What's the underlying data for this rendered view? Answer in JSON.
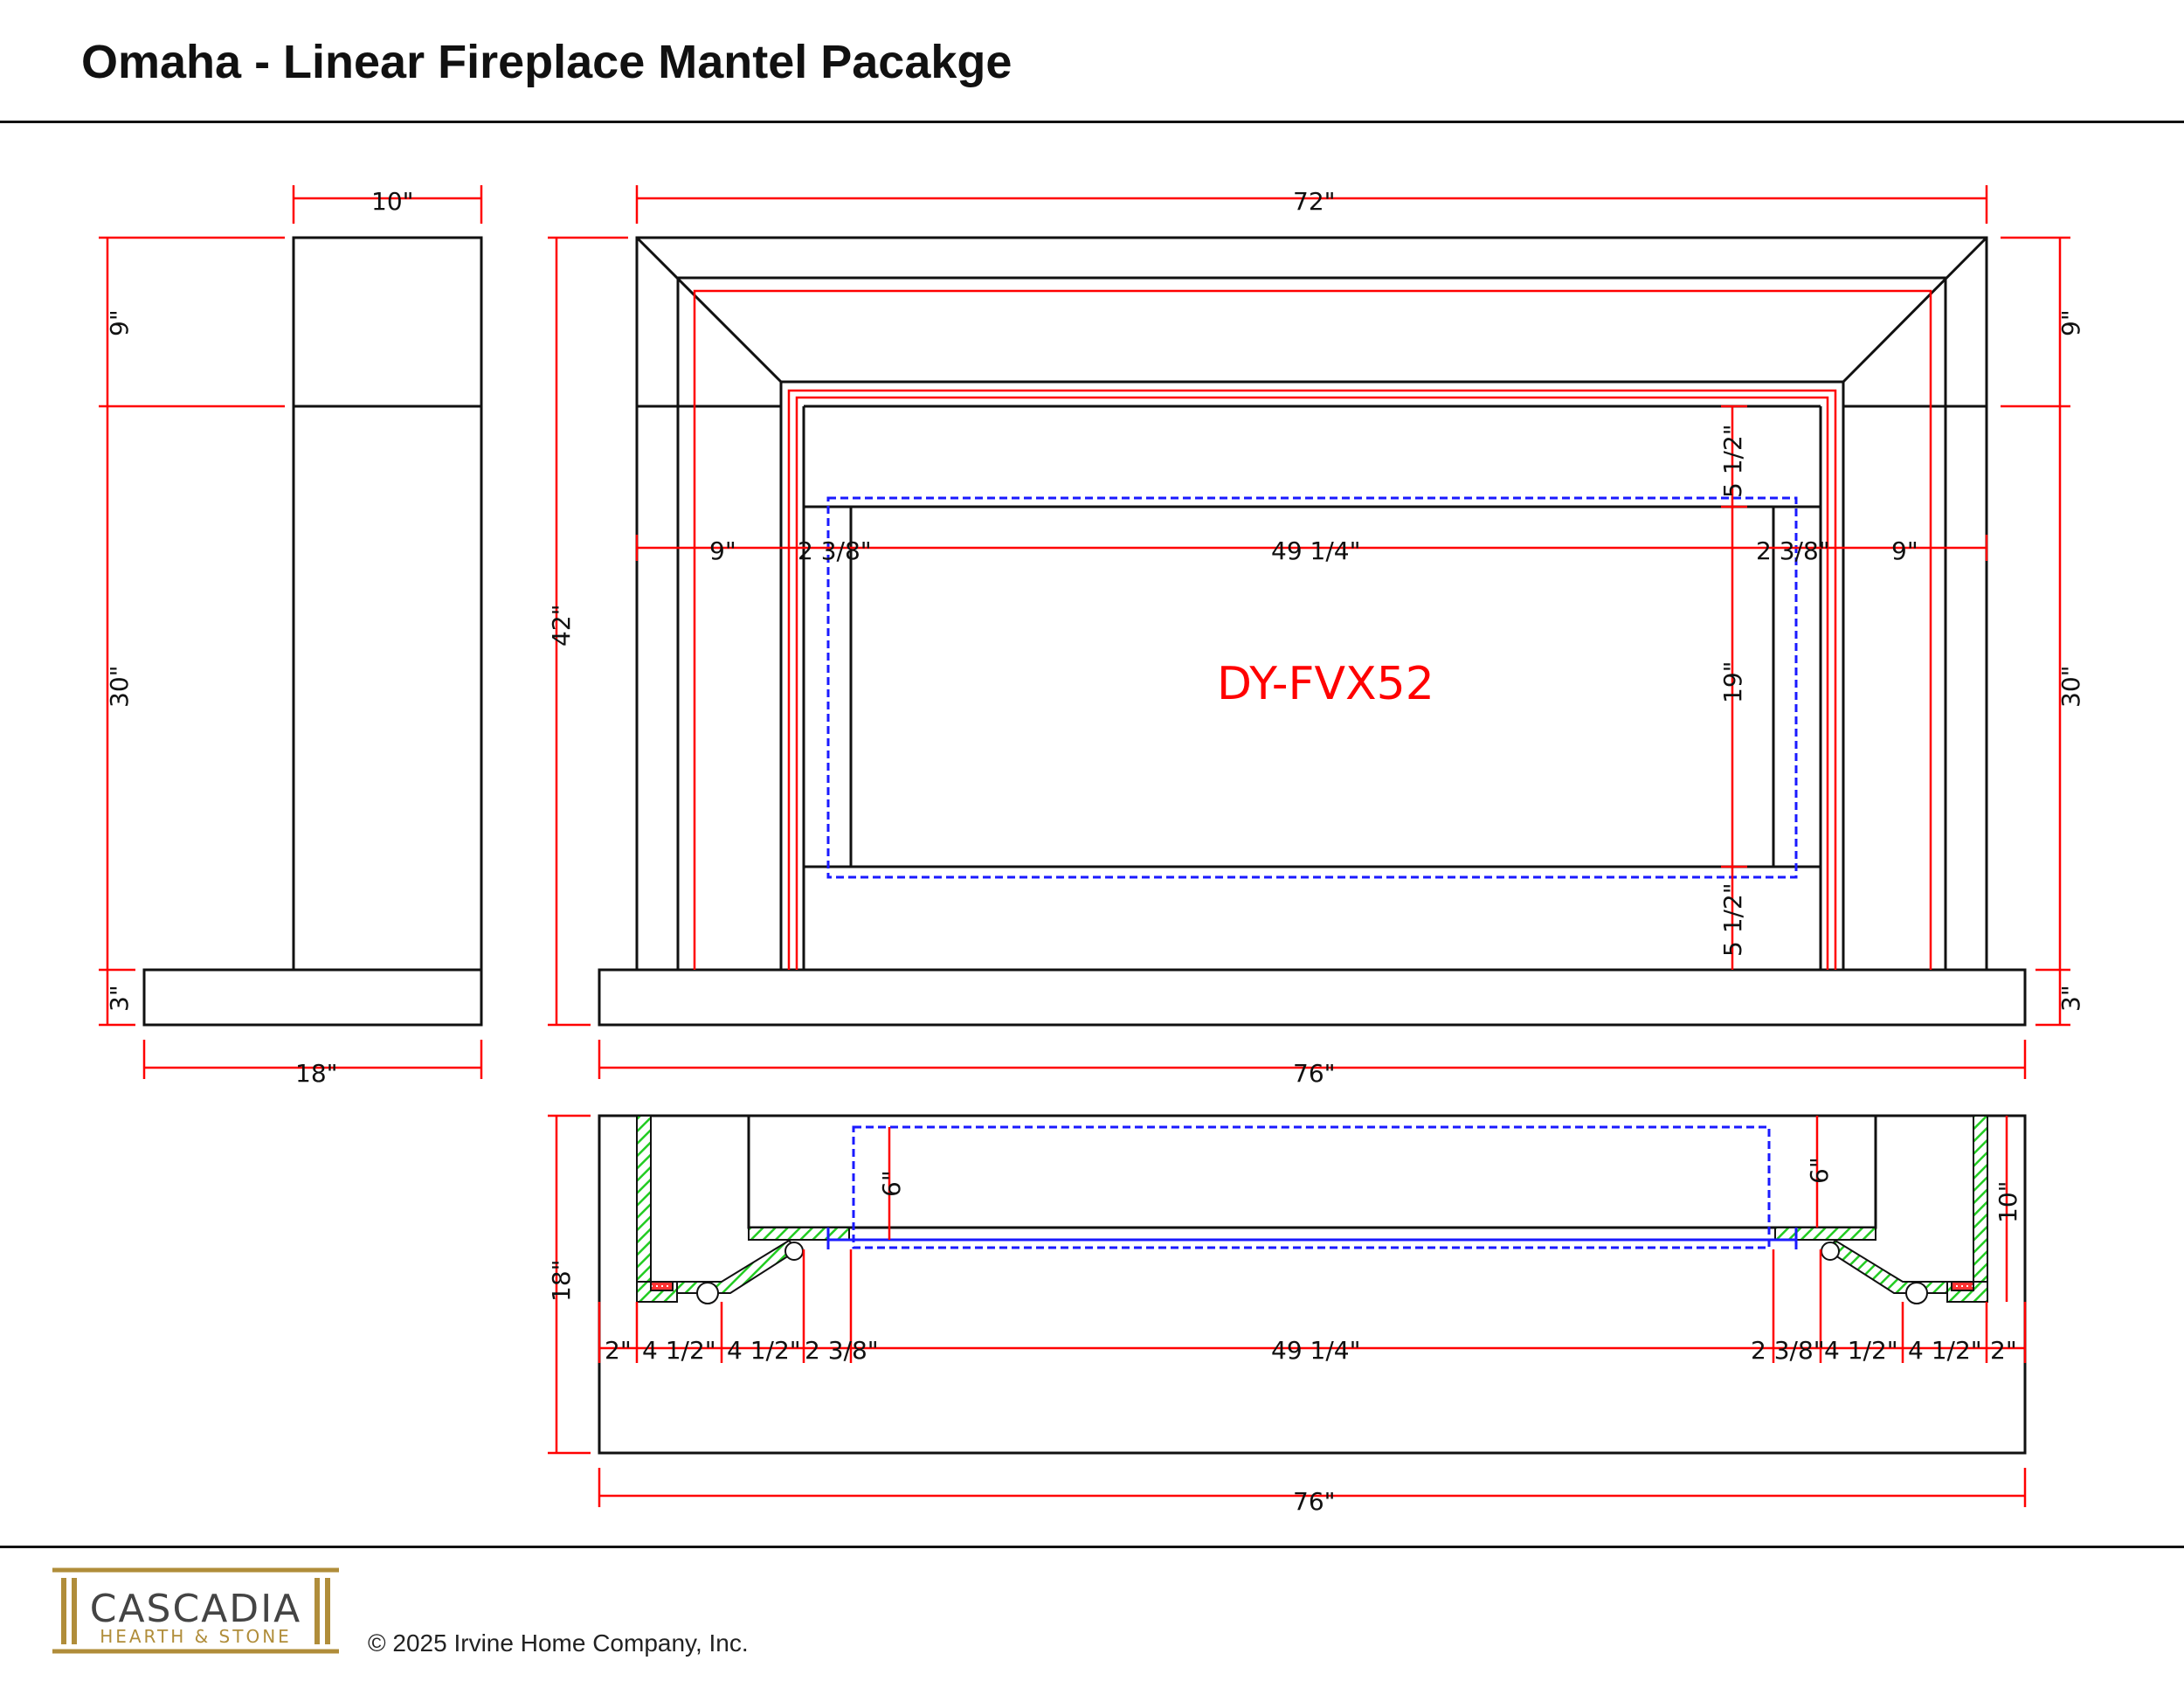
{
  "title": "Omaha - Linear Fireplace Mantel Pacakge",
  "footer": {
    "copyright": "© 2025 Irvine Home Company, Inc.",
    "logo_line1": "CASCADIA",
    "logo_line2": "HEARTH & STONE"
  },
  "model_label": "DY-FVX52",
  "colors": {
    "outline": "#111111",
    "dimension": "#ff0000",
    "firebox": "#1a1aff",
    "hatch": "#22cc22",
    "brick": "#ff3333",
    "logo": "#b08d3a"
  },
  "side_view": {
    "top_width": "10\"",
    "base_width": "18\"",
    "h_top": "9\"",
    "h_mid": "30\"",
    "h_base": "3\""
  },
  "front_view": {
    "overall_width": "72\"",
    "base_width": "76\"",
    "overall_height": "42\"",
    "left_leg": "9\"",
    "left_reveal": "2 3/8\"",
    "opening_width": "49 1/4\"",
    "right_reveal": "2 3/8\"",
    "right_leg": "9\"",
    "top_gap": "5 1/2\"",
    "opening_height": "19\"",
    "bottom_gap": "5 1/2\"",
    "r_h_top": "9\"",
    "r_h_mid": "30\"",
    "r_h_base": "3\""
  },
  "plan_view": {
    "depth": "18\"",
    "width": "76\"",
    "left_depth": "6\"",
    "right_depth": "6\"",
    "right_side": "10\"",
    "d1": "2\"",
    "d2": "4 1/2\"",
    "d3": "4 1/2\"",
    "d4": "2 3/8\"",
    "d5": "49 1/4\"",
    "d6": "2 3/8\"",
    "d7": "4 1/2\"",
    "d8": "4 1/2\"",
    "d9": "2\""
  }
}
